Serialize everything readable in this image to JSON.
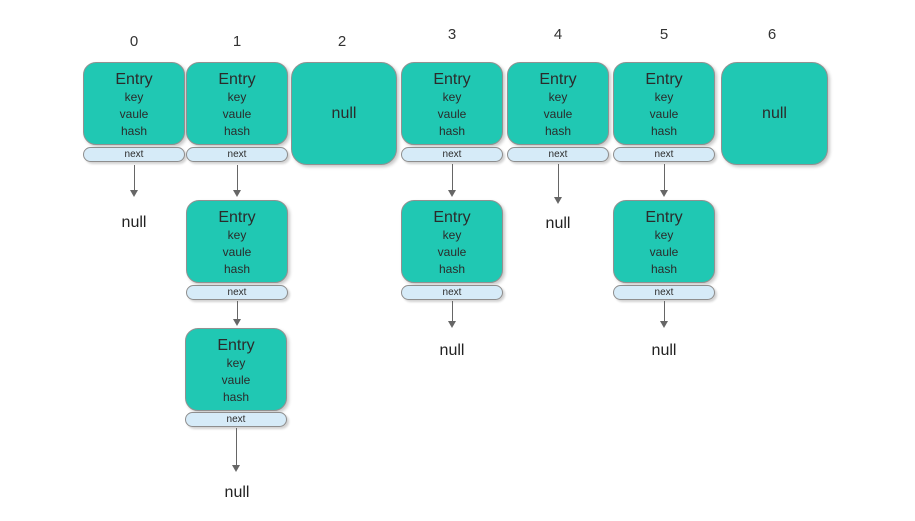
{
  "diagram": {
    "kind": "hashmap-bucket-array",
    "entry": {
      "title": "Entry",
      "fields": [
        "key",
        "vaule",
        "hash"
      ],
      "next_label": "next"
    },
    "null_label": "null",
    "buckets": [
      {
        "index": "0",
        "slot": "Entry",
        "chain": [
          "null"
        ]
      },
      {
        "index": "1",
        "slot": "Entry",
        "chain": [
          "Entry",
          "Entry",
          "null"
        ]
      },
      {
        "index": "2",
        "slot": "null",
        "chain": []
      },
      {
        "index": "3",
        "slot": "Entry",
        "chain": [
          "Entry",
          "null"
        ]
      },
      {
        "index": "4",
        "slot": "Entry",
        "chain": [
          "null"
        ]
      },
      {
        "index": "5",
        "slot": "Entry",
        "chain": [
          "Entry",
          "null"
        ]
      },
      {
        "index": "6",
        "slot": "null",
        "chain": []
      }
    ],
    "colors": {
      "entry_fill": "#20c8b3",
      "entry_border": "#919191",
      "next_fill": "#d6ebf8",
      "next_border": "#8e8e8e",
      "arrow": "#666666",
      "text": "#2b2b2b"
    }
  }
}
